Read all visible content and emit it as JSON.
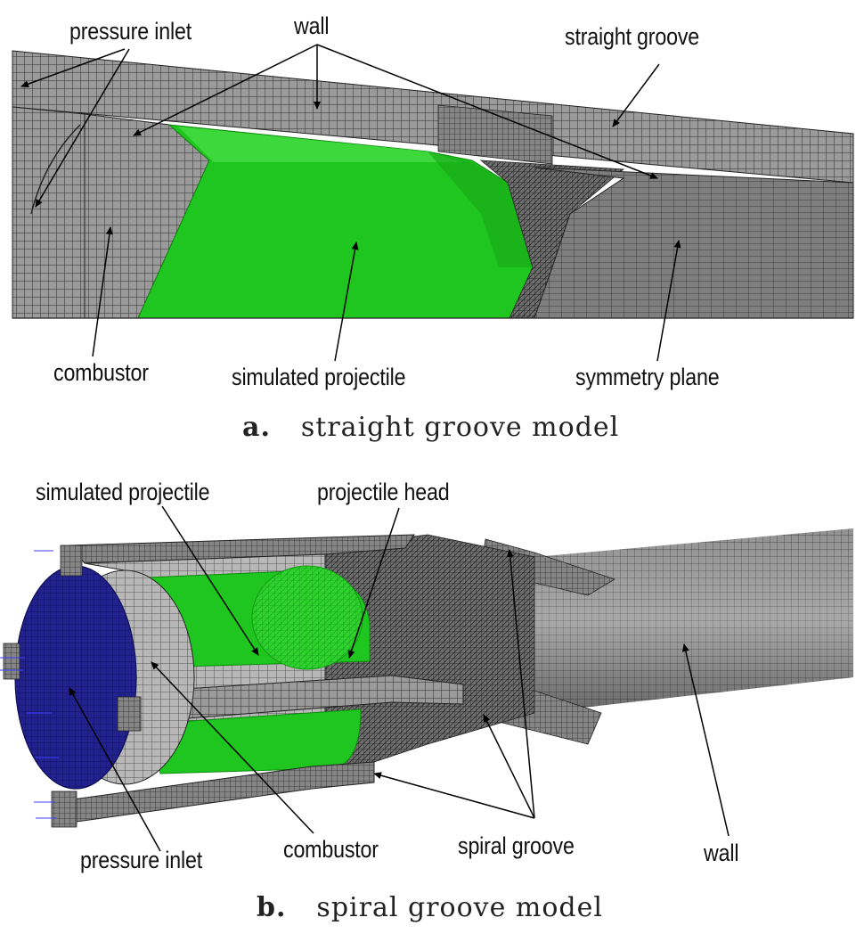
{
  "panel_a": {
    "labels": {
      "pressure_inlet": "pressure inlet",
      "wall": "wall",
      "straight_groove": "straight groove",
      "combustor": "combustor",
      "simulated_projectile": "simulated projectile",
      "symmetry_plane": "symmetry plane"
    },
    "caption_letter": "a.",
    "caption_text": "straight groove model"
  },
  "panel_b": {
    "labels": {
      "simulated_projectile": "simulated projectile",
      "projectile_head": "projectile head",
      "pressure_inlet": "pressure inlet",
      "combustor": "combustor",
      "spiral_groove": "spiral groove",
      "wall": "wall"
    },
    "caption_letter": "b.",
    "caption_text": "spiral groove model"
  },
  "colors": {
    "mesh_gray": "#8a8a8a",
    "mesh_line": "#3c3c3c",
    "projectile_green": "#1fc61f",
    "inlet_blue": "#1a1a8c"
  }
}
